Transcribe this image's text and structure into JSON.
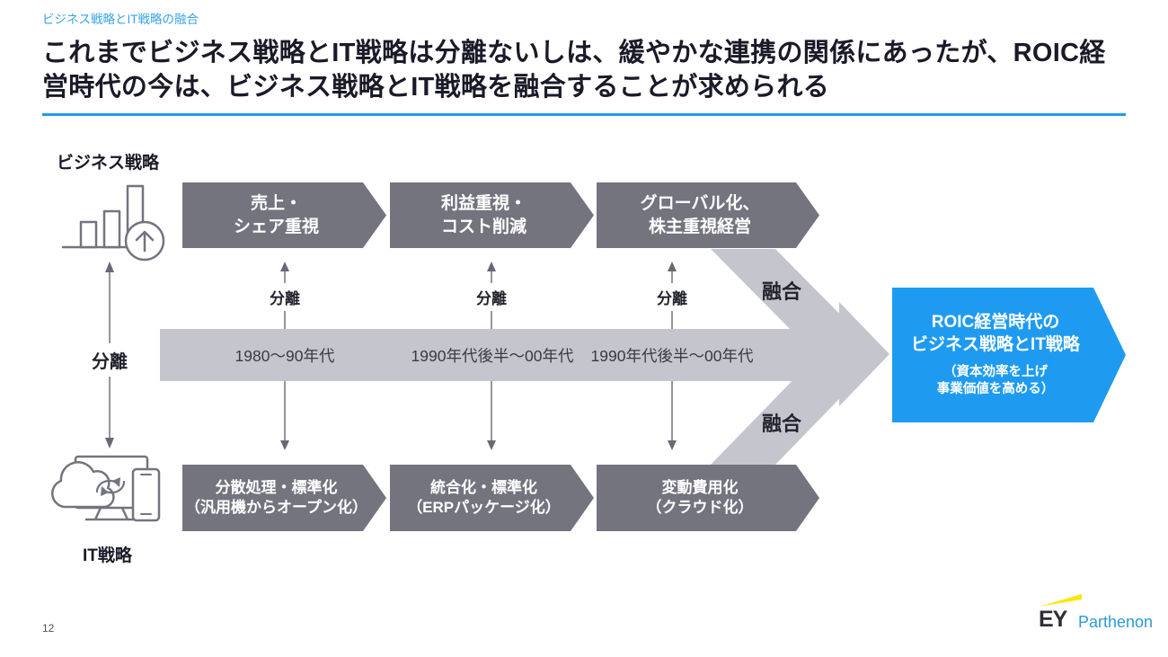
{
  "slide": {
    "eyebrow": "ビジネス戦略とIT戦略の融合",
    "title": "これまでビジネス戦略とIT戦略は分離ないしは、緩やかな連携の関係にあったが、ROIC経営時代の今は、ビジネス戦略とIT戦略を融合することが求められる"
  },
  "left_axis": {
    "business_label": "ビジネス戦略",
    "it_label": "IT戦略",
    "separation_label": "分離",
    "business_icon": "bar-chart-growth-icon",
    "it_icon": "cloud-devices-sync-icon"
  },
  "business_row": {
    "items": [
      {
        "label": "売上・\nシェア重視"
      },
      {
        "label": "利益重視・\nコスト削減"
      },
      {
        "label": "グローバル化、\n株主重視経営"
      }
    ]
  },
  "it_row": {
    "items": [
      {
        "label": "分散処理・標準化\n（汎用機からオープン化）"
      },
      {
        "label": "統合化・標準化\n（ERPパッケージ化）"
      },
      {
        "label": "変動費用化\n（クラウド化）"
      }
    ]
  },
  "timeline": {
    "periods": [
      "1980〜90年代",
      "1990年代後半〜00年代",
      "1990年代後半〜00年代"
    ],
    "separation_labels": [
      "分離",
      "分離",
      "分離"
    ],
    "fusion_top": "融合",
    "fusion_bottom": "融合"
  },
  "result_box": {
    "main": "ROIC経営時代の\nビジネス戦略とIT戦略",
    "sub": "（資本効率を上げ\n事業価値を高める）"
  },
  "footer": {
    "page_number": "12",
    "logo_ey": "EY",
    "logo_parthenon": "Parthenon"
  },
  "colors": {
    "accent_blue": "#1E9BF0",
    "eyebrow_blue": "#38A3E4",
    "box_gray": "#74747F",
    "band_gray": "#C5C5CE",
    "title_color": "#1A1A28",
    "ey_yellow": "#FFE600",
    "ey_dark": "#2E2E38",
    "parthenon_blue": "#2D9AD6"
  }
}
